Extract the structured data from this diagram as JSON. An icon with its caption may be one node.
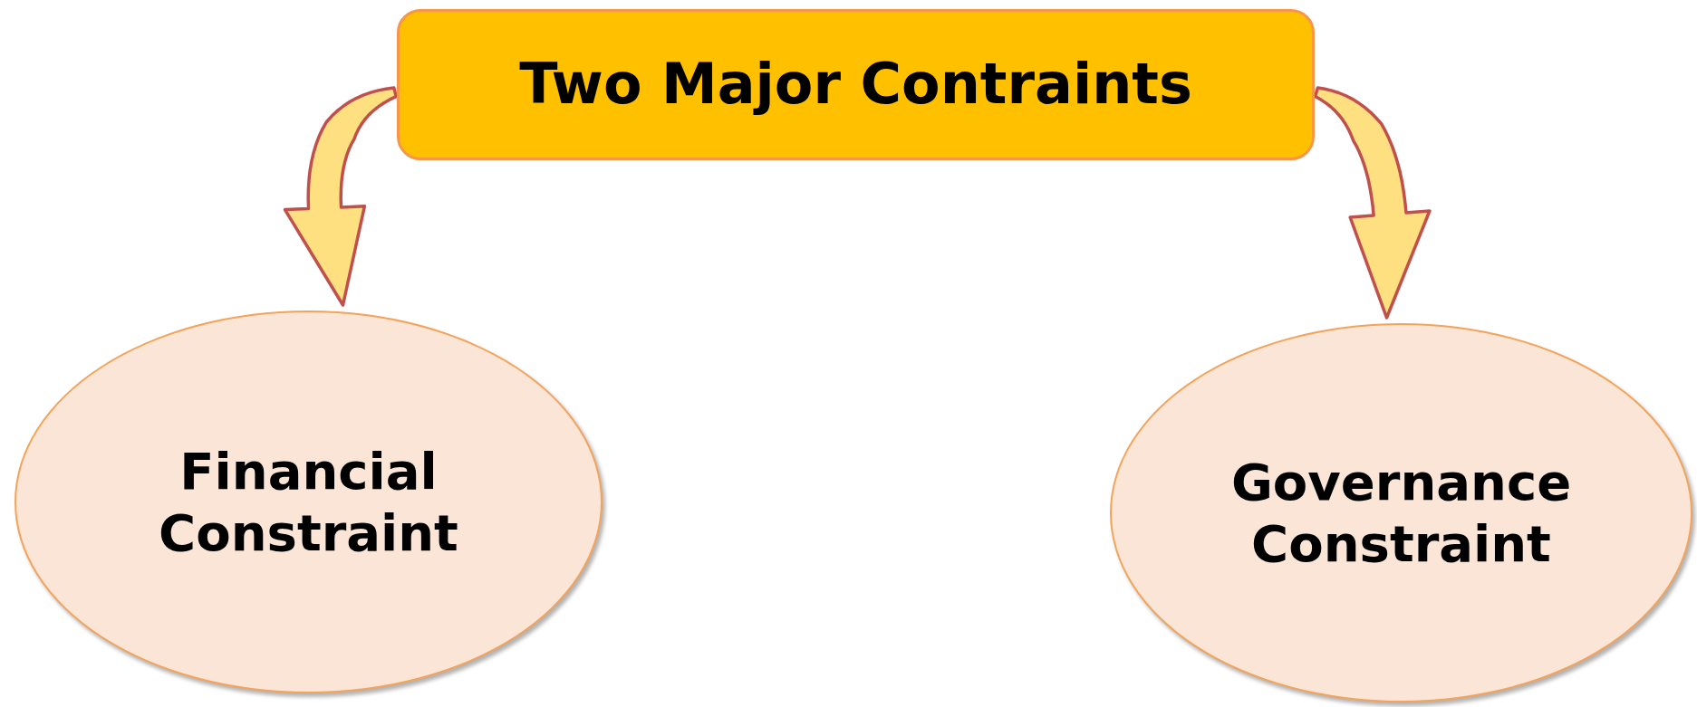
{
  "diagram": {
    "nodes": [
      {
        "text": [
          "Two Major Contraints"
        ]
      },
      {
        "text": [
          "Financial Constraint"
        ]
      },
      {
        "text": [
          "Governance Constraint"
        ]
      }
    ],
    "edges": [
      {
        "from": 0,
        "to": 1,
        "arrow": "to"
      },
      {
        "from": 0,
        "to": 2,
        "arrow": "to"
      }
    ]
  }
}
